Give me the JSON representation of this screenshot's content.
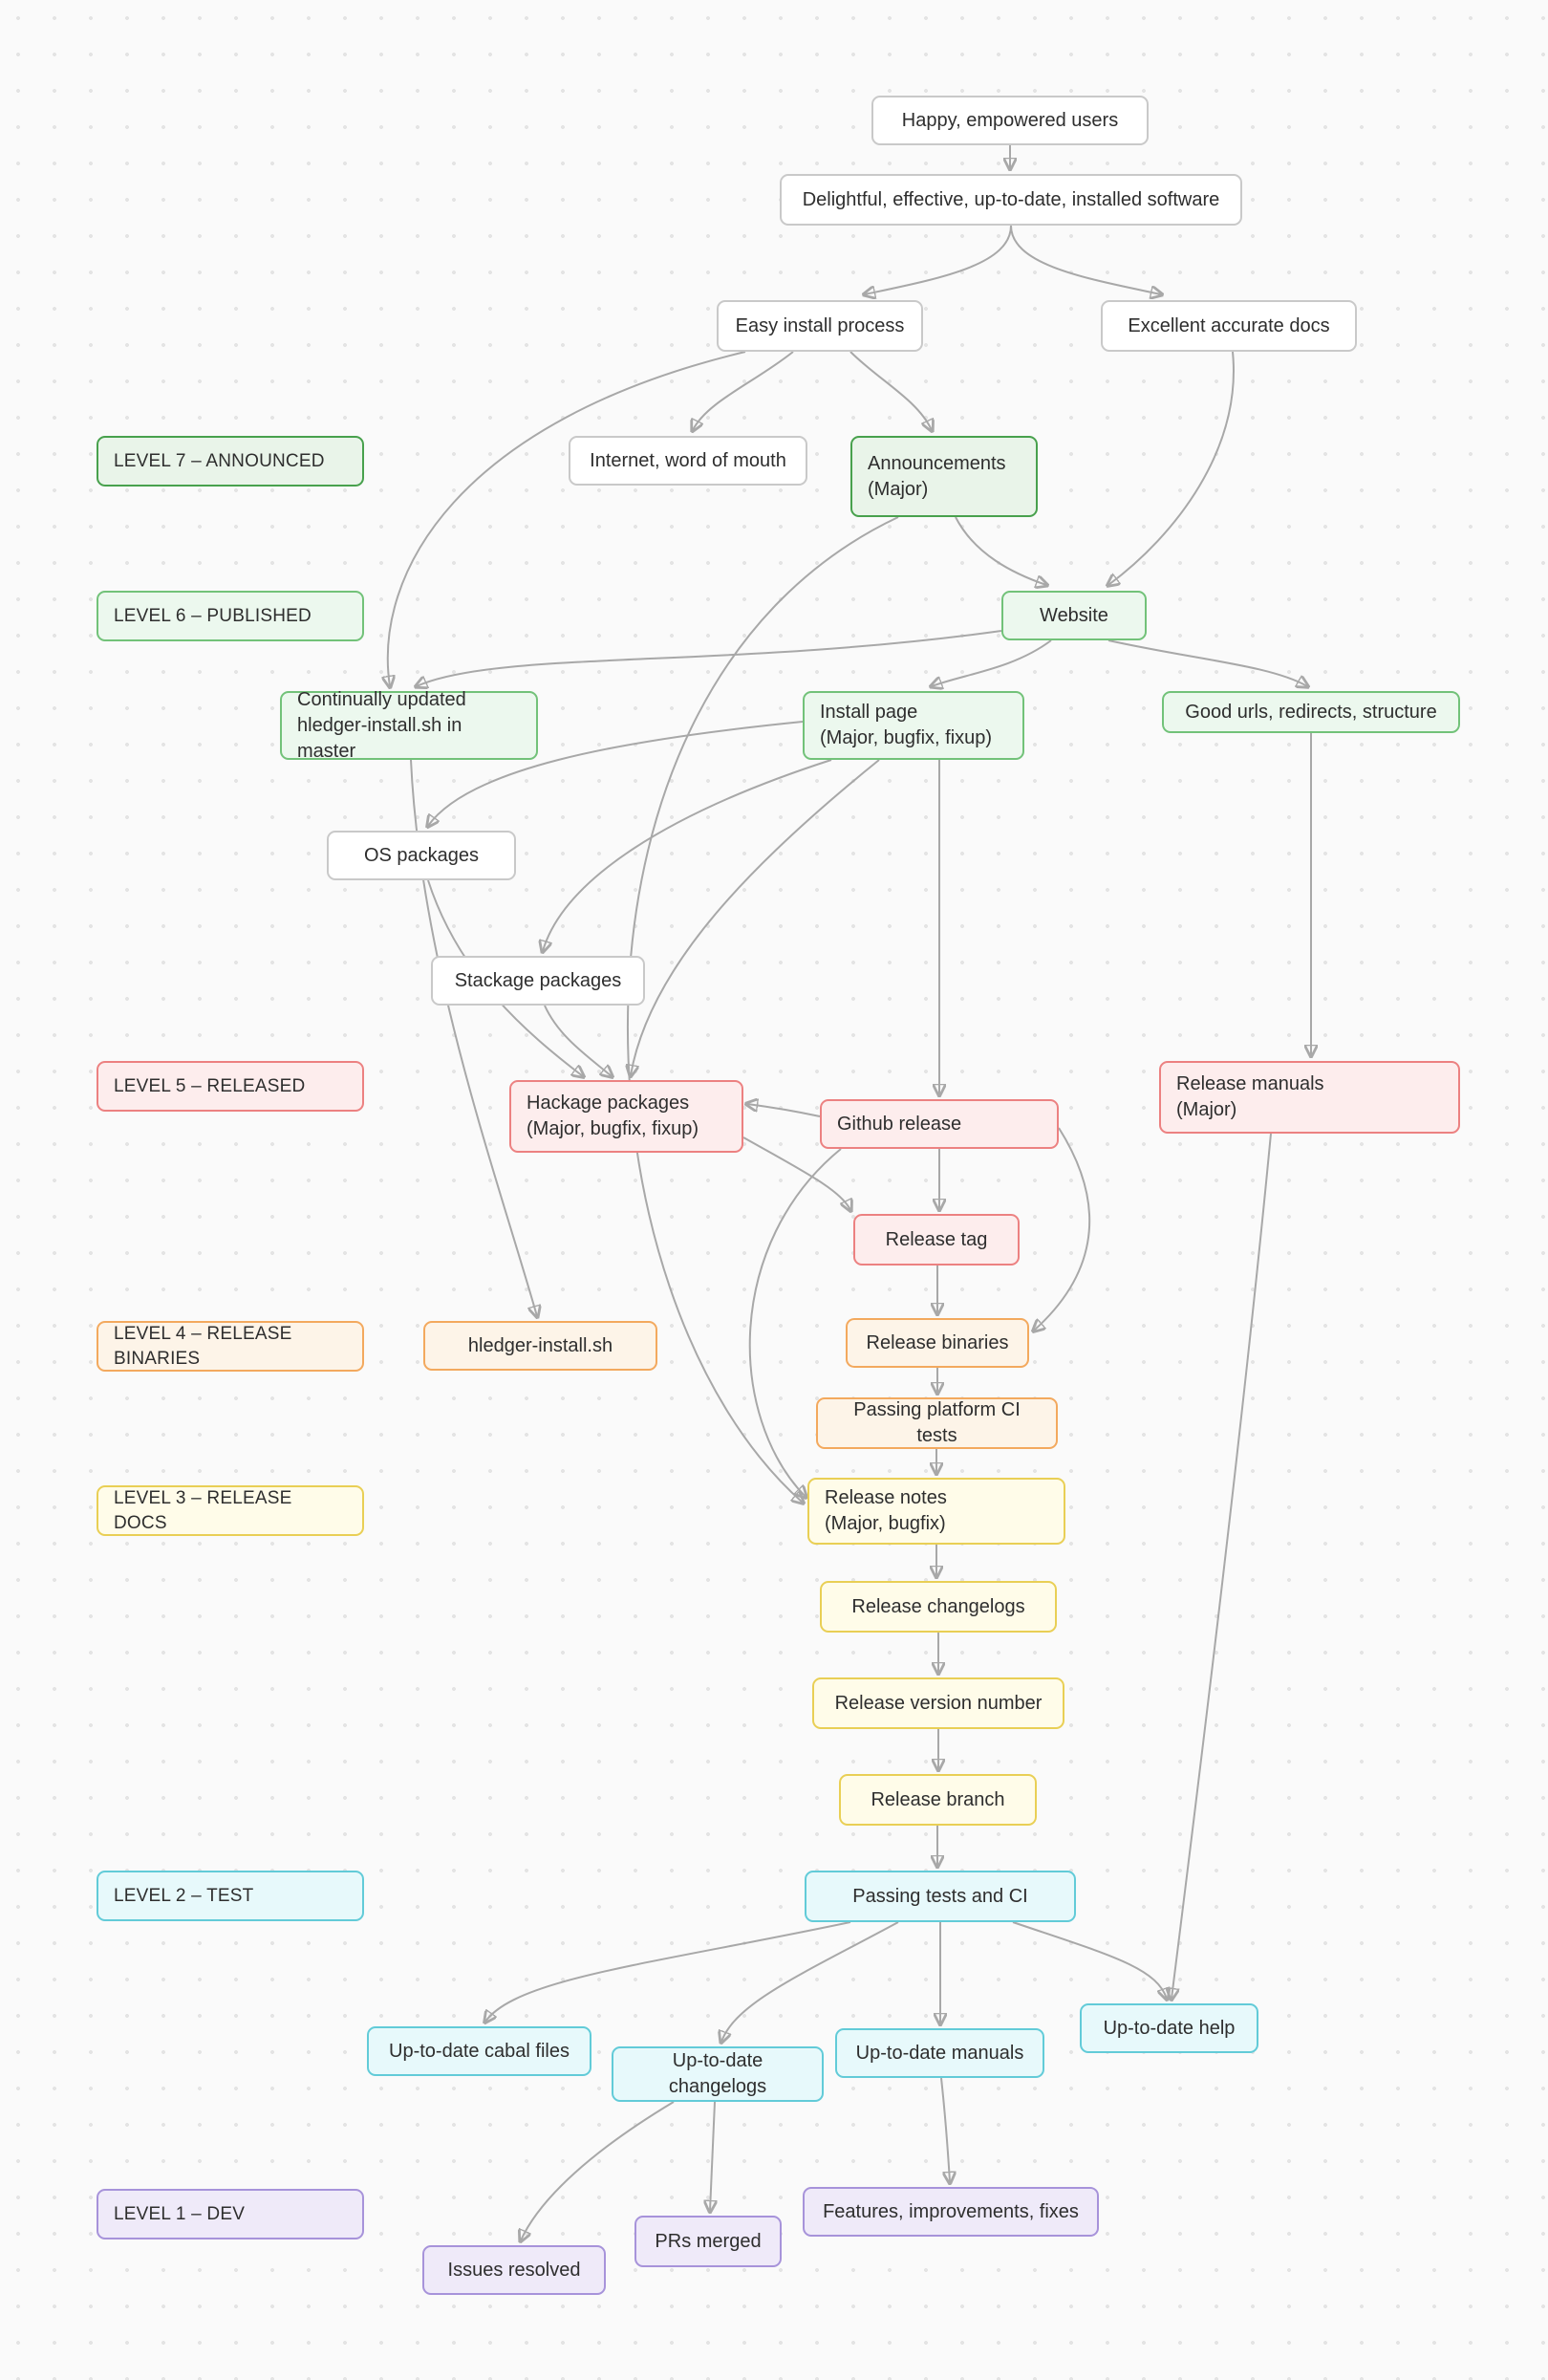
{
  "colors": {
    "background": "#fafafa",
    "dot_grid": "#e4e4e4",
    "edge": "#a8a8a8",
    "neutral_border": "#c9c9c9",
    "level7_green": "#48a14d",
    "level6_green": "#72c279",
    "level5_red": "#ec8181",
    "level4_orange": "#f3a95e",
    "level3_yellow": "#e9cf55",
    "level2_cyan": "#62cbd8",
    "level1_purple": "#a793da"
  },
  "levels": {
    "l7": {
      "label": "LEVEL 7 – ANNOUNCED"
    },
    "l6": {
      "label": "LEVEL 6 – PUBLISHED"
    },
    "l5": {
      "label": "LEVEL 5 – RELEASED"
    },
    "l4": {
      "label": "LEVEL 4 – RELEASE BINARIES"
    },
    "l3": {
      "label": "LEVEL 3 – RELEASE DOCS"
    },
    "l2": {
      "label": "LEVEL 2 – TEST"
    },
    "l1": {
      "label": "LEVEL 1 – DEV"
    }
  },
  "nodes": {
    "happy": {
      "label": "Happy, empowered users"
    },
    "delightful": {
      "label": "Delightful, effective, up-to-date, installed software"
    },
    "easy_install": {
      "label": "Easy install process"
    },
    "excellent_docs": {
      "label": "Excellent accurate docs"
    },
    "internet": {
      "label": "Internet, word of mouth"
    },
    "announcements": {
      "label": "Announcements",
      "sublabel": "(Major)"
    },
    "website": {
      "label": "Website"
    },
    "continually": {
      "label": "Continually updated",
      "sublabel": "hledger-install.sh in master"
    },
    "install_page": {
      "label": "Install page",
      "sublabel": "(Major, bugfix, fixup)"
    },
    "good_urls": {
      "label": "Good urls, redirects, structure"
    },
    "os_packages": {
      "label": "OS packages"
    },
    "stackage": {
      "label": "Stackage packages"
    },
    "hackage": {
      "label": "Hackage packages",
      "sublabel": "(Major, bugfix, fixup)"
    },
    "github_release": {
      "label": "Github release"
    },
    "release_manuals": {
      "label": "Release manuals",
      "sublabel": "(Major)"
    },
    "release_tag": {
      "label": "Release tag"
    },
    "hledger_install_sh": {
      "label": "hledger-install.sh"
    },
    "release_binaries": {
      "label": "Release binaries"
    },
    "passing_platform": {
      "label": "Passing platform CI tests"
    },
    "release_notes": {
      "label": "Release notes",
      "sublabel": "(Major, bugfix)"
    },
    "release_changelogs": {
      "label": "Release changelogs"
    },
    "release_version": {
      "label": "Release version number"
    },
    "release_branch": {
      "label": "Release branch"
    },
    "passing_tests": {
      "label": "Passing tests and CI"
    },
    "cabal_files": {
      "label": "Up-to-date cabal files"
    },
    "changelogs": {
      "label": "Up-to-date changelogs"
    },
    "manuals": {
      "label": "Up-to-date manuals"
    },
    "help": {
      "label": "Up-to-date help"
    },
    "features": {
      "label": "Features, improvements, fixes"
    },
    "prs": {
      "label": "PRs merged"
    },
    "issues": {
      "label": "Issues resolved"
    }
  },
  "edges": [
    {
      "from": "happy",
      "to": "delightful"
    },
    {
      "from": "delightful",
      "to": "easy_install"
    },
    {
      "from": "delightful",
      "to": "excellent_docs"
    },
    {
      "from": "easy_install",
      "to": "internet"
    },
    {
      "from": "easy_install",
      "to": "announcements"
    },
    {
      "from": "excellent_docs",
      "to": "website"
    },
    {
      "from": "announcements",
      "to": "website"
    },
    {
      "from": "website",
      "to": "install_page"
    },
    {
      "from": "website",
      "to": "good_urls"
    },
    {
      "from": "website",
      "to": "continually"
    },
    {
      "from": "good_urls",
      "to": "release_manuals"
    },
    {
      "from": "install_page",
      "to": "os_packages"
    },
    {
      "from": "install_page",
      "to": "stackage"
    },
    {
      "from": "install_page",
      "to": "hackage"
    },
    {
      "from": "install_page",
      "to": "github_release"
    },
    {
      "from": "easy_install",
      "to": "continually"
    },
    {
      "from": "continually",
      "to": "hledger_install_sh"
    },
    {
      "from": "os_packages",
      "to": "hackage"
    },
    {
      "from": "stackage",
      "to": "hackage"
    },
    {
      "from": "announcements",
      "to": "release_notes"
    },
    {
      "from": "github_release",
      "to": "release_tag"
    },
    {
      "from": "release_tag",
      "to": "release_binaries"
    },
    {
      "from": "release_binaries",
      "to": "passing_platform"
    },
    {
      "from": "passing_platform",
      "to": "release_notes"
    },
    {
      "from": "release_notes",
      "to": "release_changelogs"
    },
    {
      "from": "release_changelogs",
      "to": "release_version"
    },
    {
      "from": "release_version",
      "to": "release_branch"
    },
    {
      "from": "release_branch",
      "to": "passing_tests"
    },
    {
      "from": "passing_tests",
      "to": "cabal_files"
    },
    {
      "from": "passing_tests",
      "to": "changelogs"
    },
    {
      "from": "passing_tests",
      "to": "manuals"
    },
    {
      "from": "passing_tests",
      "to": "help"
    },
    {
      "from": "changelogs",
      "to": "prs"
    },
    {
      "from": "changelogs",
      "to": "issues"
    },
    {
      "from": "manuals",
      "to": "features"
    },
    {
      "from": "release_manuals",
      "to": "help"
    },
    {
      "from": "github_release",
      "to": "hackage"
    },
    {
      "from": "hackage",
      "to": "release_tag"
    },
    {
      "from": "github_release",
      "to": "release_binaries"
    },
    {
      "from": "github_release",
      "to": "release_notes"
    }
  ]
}
